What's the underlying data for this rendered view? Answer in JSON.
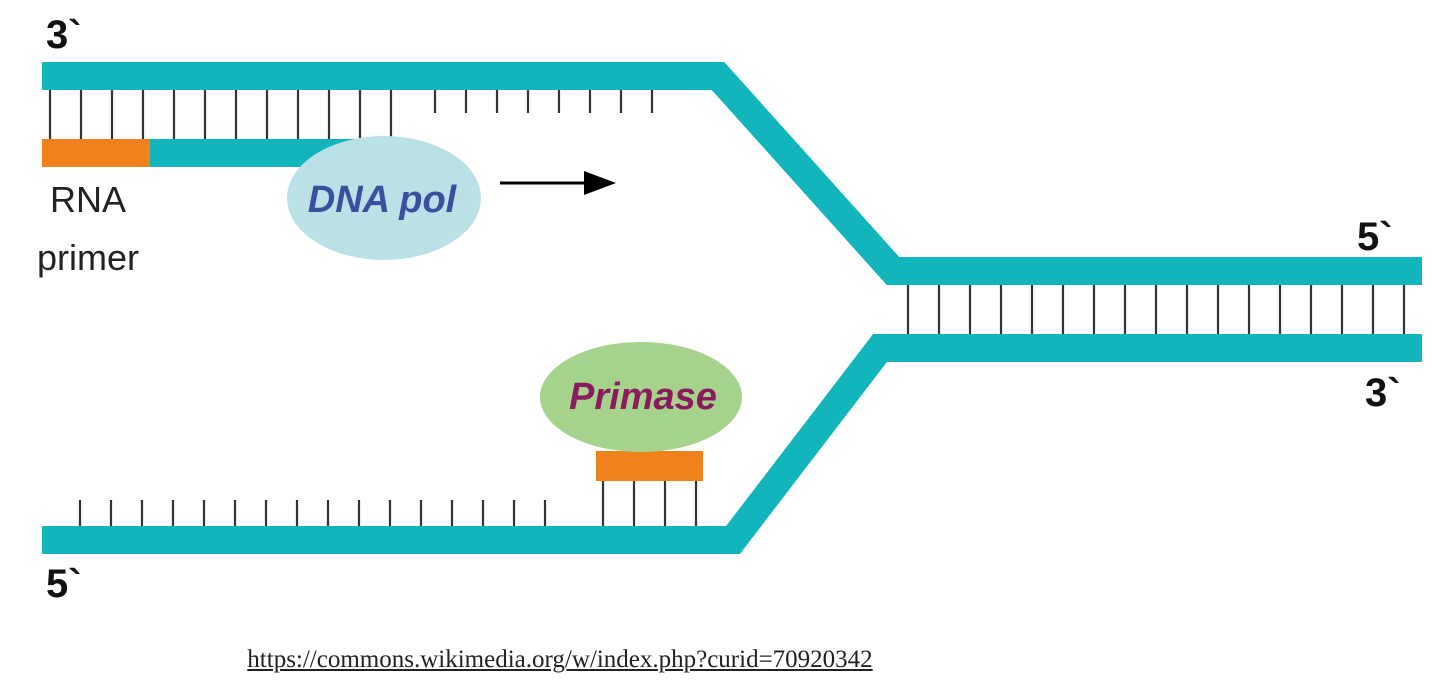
{
  "labels": {
    "top_left_end": "3`",
    "bottom_left_end": "5`",
    "right_top_end": "5`",
    "right_bottom_end": "3`",
    "rna_primer_line1": "RNA",
    "rna_primer_line2": "primer",
    "dna_pol": "DNA pol",
    "primase": "Primase"
  },
  "source_url": "https://commons.wikimedia.org/w/index.php?curid=70920342",
  "colors": {
    "dna_strand": "#12b5bb",
    "rna_primer": "#f0821e",
    "base_pair_tick": "#333333",
    "dna_pol_fill": "#b9e1e6",
    "dna_pol_text": "#3b4fa0",
    "primase_fill": "#a6d38c",
    "primase_text": "#8a1b5f",
    "arrow": "#000000"
  }
}
